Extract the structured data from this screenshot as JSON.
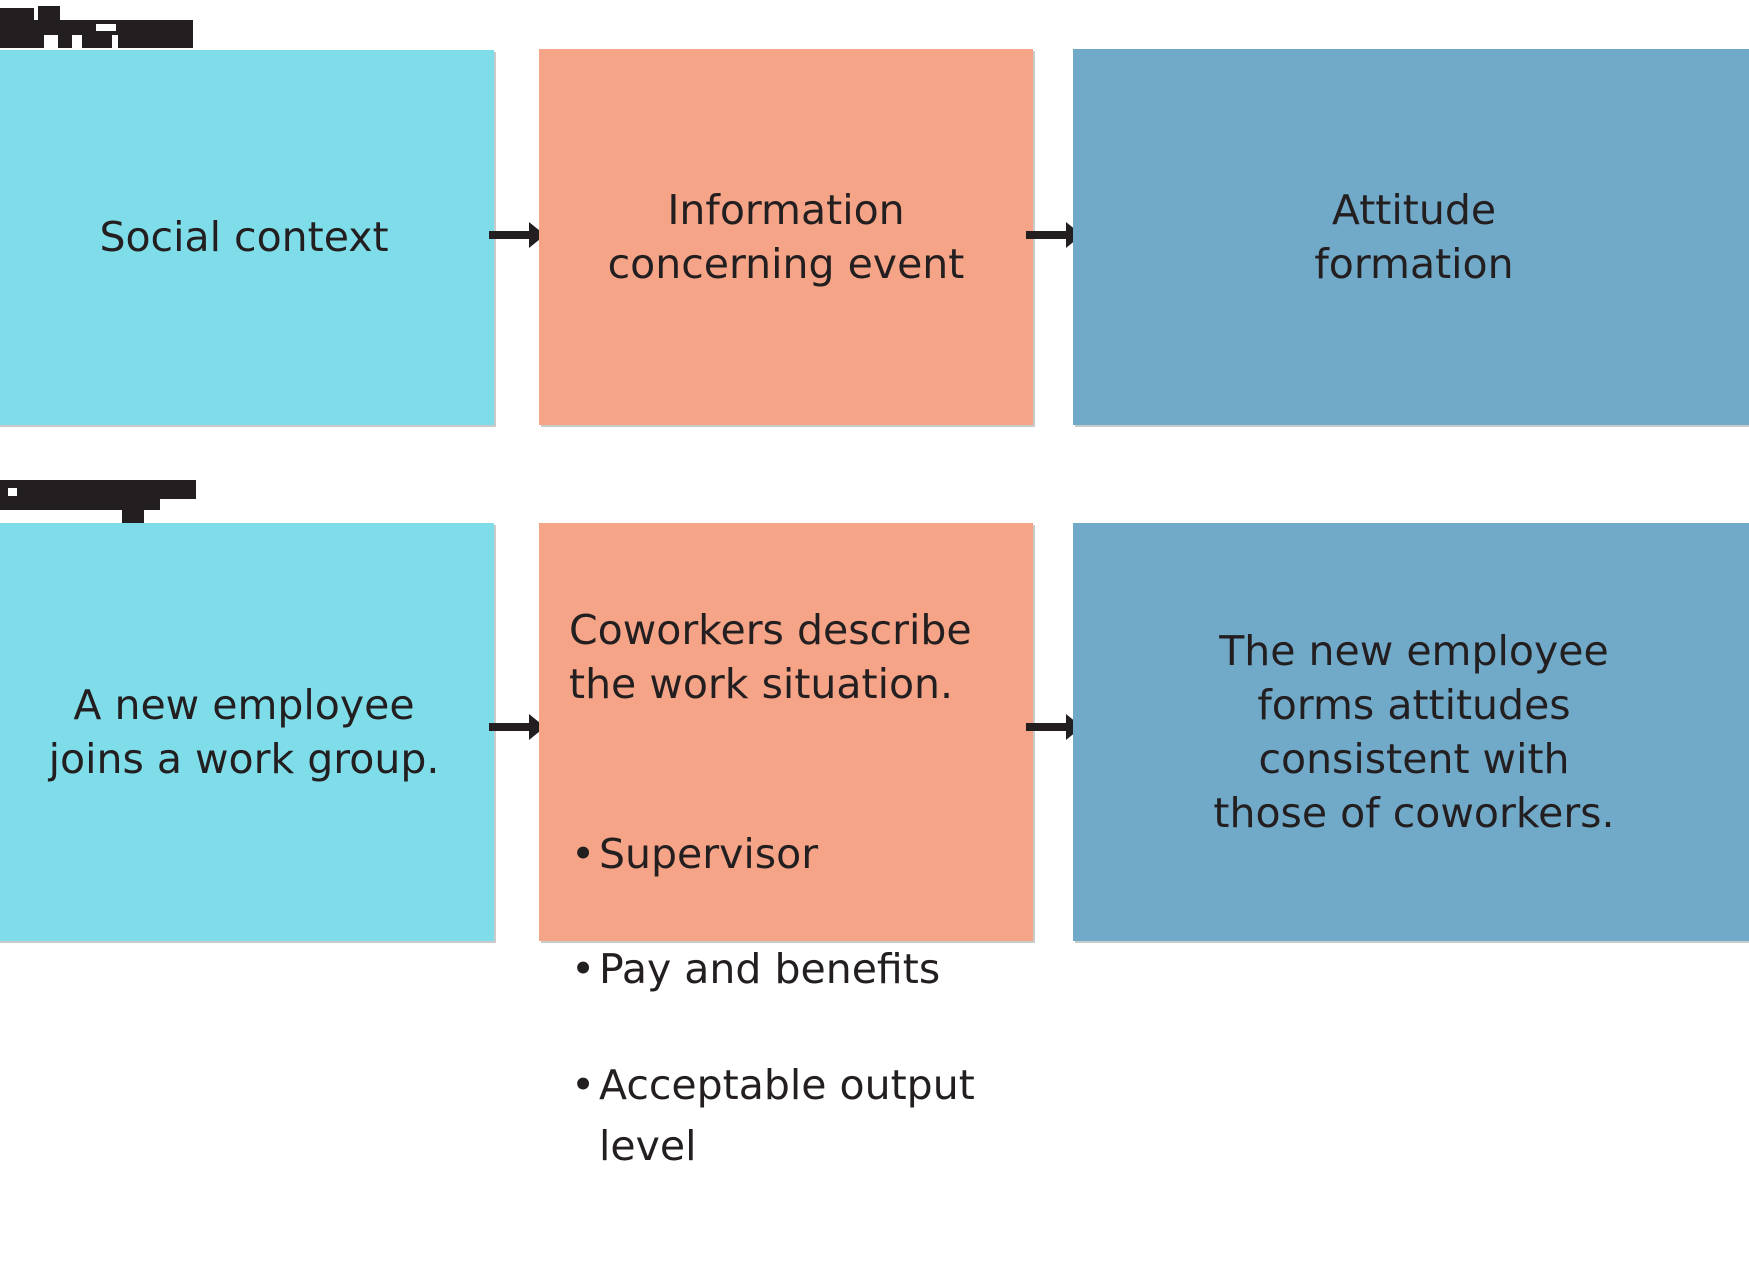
{
  "diagram": {
    "title_row1_redacted": true,
    "title_row2_redacted": true,
    "rows": [
      {
        "name": "model-row",
        "label_redacted": "[redacted]",
        "boxes": [
          {
            "name": "social-context",
            "color": "#7fdde9",
            "text": "Social context"
          },
          {
            "name": "information-concerning-event",
            "color": "#f5a488",
            "text": "Information\nconcerning event"
          },
          {
            "name": "attitude-formation",
            "color": "#71a9c9",
            "text": "Attitude\nformation"
          }
        ],
        "arrows": [
          "arrow-1",
          "arrow-2"
        ]
      },
      {
        "name": "example-row",
        "label_redacted": "[redacted]",
        "boxes": [
          {
            "name": "new-employee-joins",
            "color": "#7fdde9",
            "text": "A new employee\njoins a work group."
          },
          {
            "name": "coworkers-describe",
            "color": "#f5a488",
            "lead": "Coworkers describe\nthe work situation.",
            "bullets": [
              "Supervisor",
              "Pay and benefits",
              "Acceptable output level"
            ]
          },
          {
            "name": "forms-attitudes",
            "color": "#71a9c9",
            "text": "The new employee\nforms attitudes\nconsistent with\nthose of coworkers."
          }
        ],
        "arrows": [
          "arrow-3",
          "arrow-4"
        ]
      }
    ],
    "colors": {
      "cyan": "#7fdde9",
      "salmon": "#f5a488",
      "blue": "#71a9c9",
      "ink": "#231f20",
      "shadow": "#c9cbcb",
      "background": "#ffffff"
    }
  }
}
